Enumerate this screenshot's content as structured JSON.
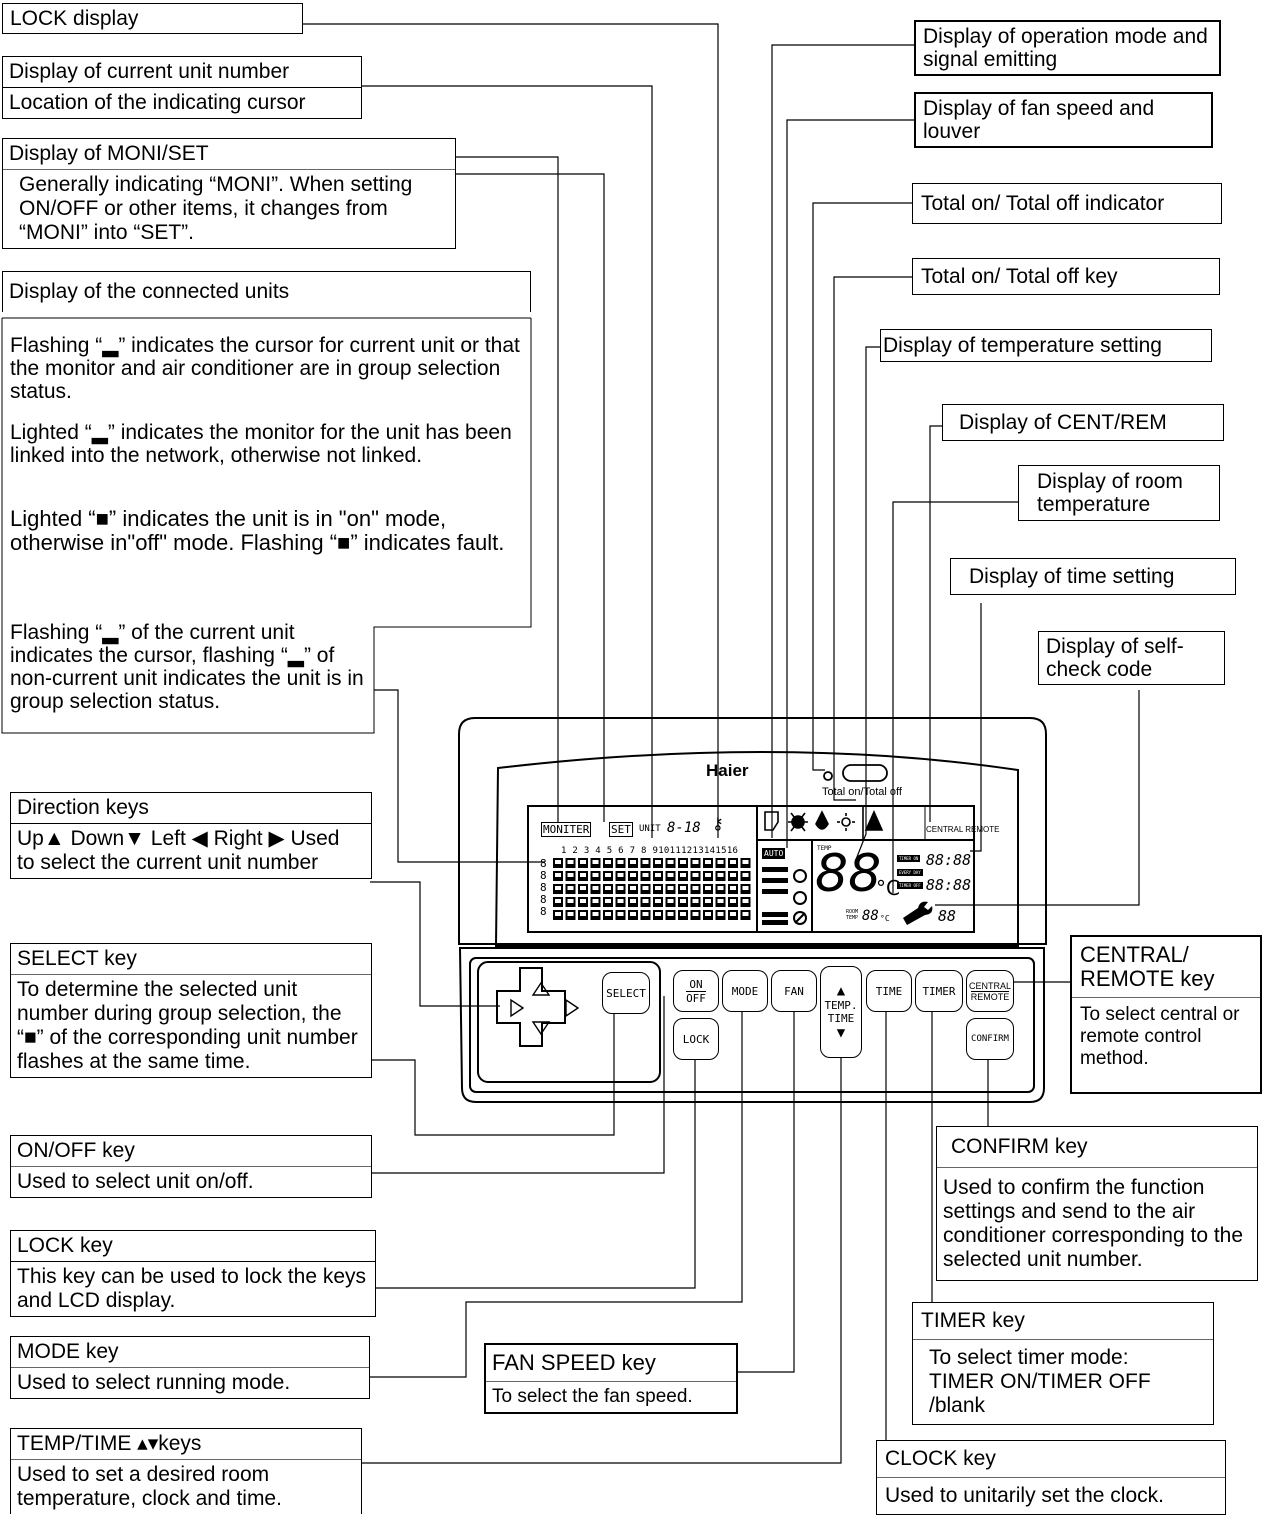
{
  "title": "",
  "labels": {
    "lock_display": "LOCK display",
    "unit_number": "Display of current unit number",
    "cursor_location": "Location of the indicating cursor",
    "moni_set": {
      "title": "Display of MONI/SET",
      "body": "Generally indicating “MONI”. When setting ON/OFF or other items, it changes from “MONI” into “SET”."
    },
    "connected": {
      "title": "Display of the connected units",
      "p1": "Flashing “▂” indicates the cursor for current unit or that the monitor and air conditioner are in group selection status.",
      "p2": "Lighted “▂” indicates the monitor for the unit has been linked into the network, otherwise not linked.",
      "p3": "Lighted “■” indicates the unit is in \"on\" mode, otherwise in\"off\" mode. Flashing “■” indicates fault.",
      "p4": "Flashing “▂” of the current unit indicates the cursor, flashing “▂” of non-current unit indicates the unit is in group selection status."
    },
    "direction_keys": {
      "title": "Direction keys",
      "body": "Up▲ Down▼ Left ◀ Right ▶ Used to select the current unit number"
    },
    "select_key": {
      "title": "SELECT key",
      "body": "To determine the selected unit number during group selection, the “■” of the corresponding unit number flashes at the same time."
    },
    "onoff_key": {
      "title": "ON/OFF key",
      "body": "Used to select unit on/off."
    },
    "lock_key": {
      "title": "LOCK key",
      "body": "This key can be used to lock the keys and LCD display."
    },
    "mode_key": {
      "title": "MODE key",
      "body": "Used to select running mode."
    },
    "temp_time_keys": {
      "title": "TEMP/TIME ▴▾keys",
      "body": "Used to set a desired room temperature, clock and time."
    },
    "fan_speed_key": {
      "title": "FAN SPEED key",
      "body": "To select the fan speed."
    },
    "op_mode": "Display of operation mode and signal emitting",
    "fan_louver": "Display of fan speed and louver",
    "total_indicator": "Total on/ Total off indicator",
    "total_key": "Total on/ Total off  key",
    "temp_setting": "Display of temperature setting",
    "cent_rem": "Display of CENT/REM",
    "room_temp": "Display of room temperature",
    "time_setting": "Display of time setting",
    "self_check": "Display of self-check code",
    "central_remote_key": {
      "title": "CENTRAL/ REMOTE key",
      "body": "To select central or remote control method."
    },
    "confirm_key": {
      "title": "CONFIRM key",
      "body": "Used to confirm the function settings and send to the air conditioner corresponding to the selected unit number."
    },
    "timer_key": {
      "title": "TIMER key",
      "body": "To select timer mode: TIMER ON/TIMER OFF /blank"
    },
    "clock_key": {
      "title": "CLOCK key",
      "body": "Used to unitarily set the clock."
    }
  },
  "device": {
    "brand": "Haier",
    "total_label": "Total on/Total off",
    "lcd": {
      "moniter": "MONITER",
      "set": "SET",
      "unit": "UNIT",
      "unit_value": "8-18",
      "unit_numbers": "1 2 3 4 5 6 7 8 910111213141516",
      "row_digits": [
        "8",
        "8",
        "8",
        "8",
        "8"
      ],
      "auto": "AUTO",
      "temp_small": "TEMP",
      "temp_big": "88",
      "celsius": "°C",
      "room_temp_label": "ROOM TEMP",
      "room_temp_value": "88",
      "room_c": "°C",
      "central_remote": "CENTRAL REMOTE",
      "timer_on": "TIMER ON",
      "every_day": "EVERY DAY",
      "timer_off": "TIMER OFF",
      "time1": "88:88",
      "time2": "88:88",
      "code": "88"
    },
    "buttons": {
      "select": "SELECT",
      "on": "ON",
      "off": "OFF",
      "mode": "MODE",
      "fan": "FAN",
      "temp": "TEMP.",
      "time_in_temp": "TIME",
      "time": "TIME",
      "timer": "TIMER",
      "central": "CENTRAL",
      "remote": "REMOTE",
      "lock": "LOCK",
      "confirm": "CONFIRM"
    }
  }
}
